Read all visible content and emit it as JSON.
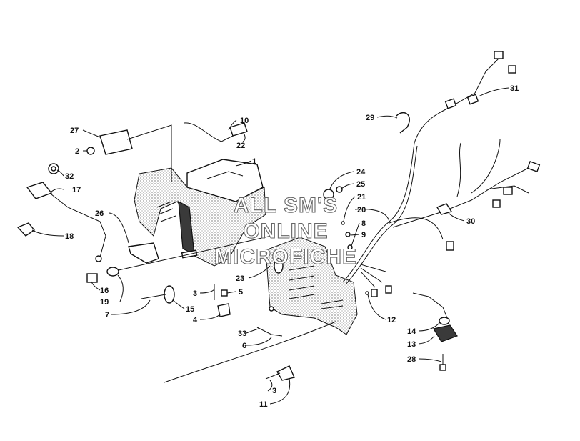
{
  "callouts": [
    {
      "id": "c1",
      "label": "1"
    },
    {
      "id": "c2",
      "label": "2"
    },
    {
      "id": "c3a",
      "label": "3"
    },
    {
      "id": "c3b",
      "label": "3"
    },
    {
      "id": "c4",
      "label": "4"
    },
    {
      "id": "c5",
      "label": "5"
    },
    {
      "id": "c6",
      "label": "6"
    },
    {
      "id": "c7",
      "label": "7"
    },
    {
      "id": "c8",
      "label": "8"
    },
    {
      "id": "c9",
      "label": "9"
    },
    {
      "id": "c10",
      "label": "10"
    },
    {
      "id": "c11",
      "label": "11"
    },
    {
      "id": "c12",
      "label": "12"
    },
    {
      "id": "c13",
      "label": "13"
    },
    {
      "id": "c14",
      "label": "14"
    },
    {
      "id": "c15",
      "label": "15"
    },
    {
      "id": "c16",
      "label": "16"
    },
    {
      "id": "c17",
      "label": "17"
    },
    {
      "id": "c18",
      "label": "18"
    },
    {
      "id": "c19",
      "label": "19"
    },
    {
      "id": "c20",
      "label": "20"
    },
    {
      "id": "c21",
      "label": "21"
    },
    {
      "id": "c22",
      "label": "22"
    },
    {
      "id": "c23",
      "label": "23"
    },
    {
      "id": "c24",
      "label": "24"
    },
    {
      "id": "c25",
      "label": "25"
    },
    {
      "id": "c26",
      "label": "26"
    },
    {
      "id": "c27",
      "label": "27"
    },
    {
      "id": "c28",
      "label": "28"
    },
    {
      "id": "c29",
      "label": "29"
    },
    {
      "id": "c30",
      "label": "30"
    },
    {
      "id": "c31",
      "label": "31"
    },
    {
      "id": "c32",
      "label": "32"
    },
    {
      "id": "c33",
      "label": "33"
    }
  ],
  "watermark": {
    "line1": "ALL SM'S",
    "line2": "ONLINE",
    "line3": "MICROFICHE"
  }
}
